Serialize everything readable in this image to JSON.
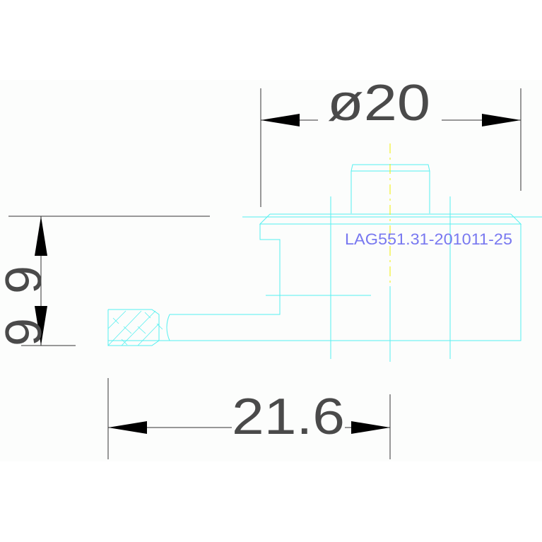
{
  "drawing": {
    "part_label": "LAG551.31-201011-25",
    "dimensions": {
      "diameter": "ø20",
      "length": "21.6",
      "height": "9"
    }
  },
  "colors": {
    "background_band": "#fcfdfc",
    "geometry": "#55f0f0",
    "dimension": "#000000",
    "centerline": "#f0f000",
    "label": "#7878f0"
  }
}
